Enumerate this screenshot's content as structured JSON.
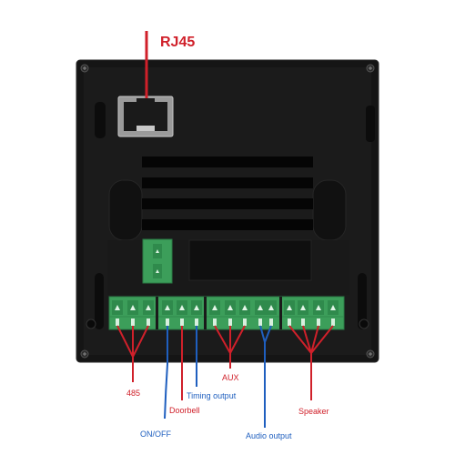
{
  "ports": {
    "rj45": "RJ45"
  },
  "labels": {
    "rs485": "485",
    "on_off": "ON/OFF",
    "doorbell": "Doorbell",
    "timing_output": "Timing output",
    "aux": "AUX",
    "audio_output": "Audio output",
    "speaker": "Speaker"
  },
  "colors": {
    "panel": "#141414",
    "terminal": "#3c9e5a",
    "red_wire": "#d0202a",
    "blue_wire": "#1f5fbf"
  }
}
